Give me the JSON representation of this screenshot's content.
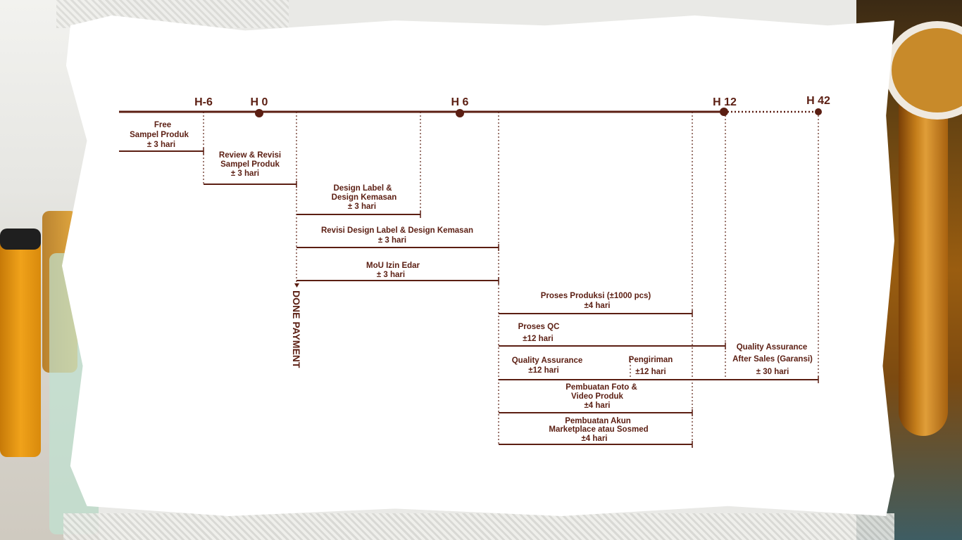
{
  "colors": {
    "line": "#5b1e12",
    "paper": "#ffffff"
  },
  "milestones": [
    "H-6",
    "H 0",
    "H 6",
    "H 12",
    "H 42"
  ],
  "tasks": {
    "free_sample": [
      "Free",
      "Sampel Produk",
      "± 3 hari"
    ],
    "review": [
      "Review & Revisi",
      "Sampel Produk",
      "± 3 hari"
    ],
    "design_label": [
      "Design Label &",
      "Design Kemasan",
      "± 3 hari"
    ],
    "revisi_design": [
      "Revisi Design Label & Design Kemasan",
      "± 3 hari"
    ],
    "mou": [
      "MoU Izin Edar",
      "± 3 hari"
    ],
    "produksi": [
      "Proses Produksi (±1000 pcs)",
      "±4 hari"
    ],
    "qc": [
      "Proses QC",
      "±12 hari"
    ],
    "qa": [
      "Quality Assurance",
      "±12 hari"
    ],
    "pengiriman": [
      "Pengiriman",
      "±12 hari"
    ],
    "after_sales": [
      "Quality Assurance",
      "After Sales (Garansi)",
      "± 30 hari"
    ],
    "foto": [
      "Pembuatan Foto &",
      "Video Produk",
      "±4 hari"
    ],
    "akun": [
      "Pembuatan Akun",
      "Marketplace atau Sosmed",
      "±4 hari"
    ]
  },
  "done_payment": "DONE PAYMENT"
}
